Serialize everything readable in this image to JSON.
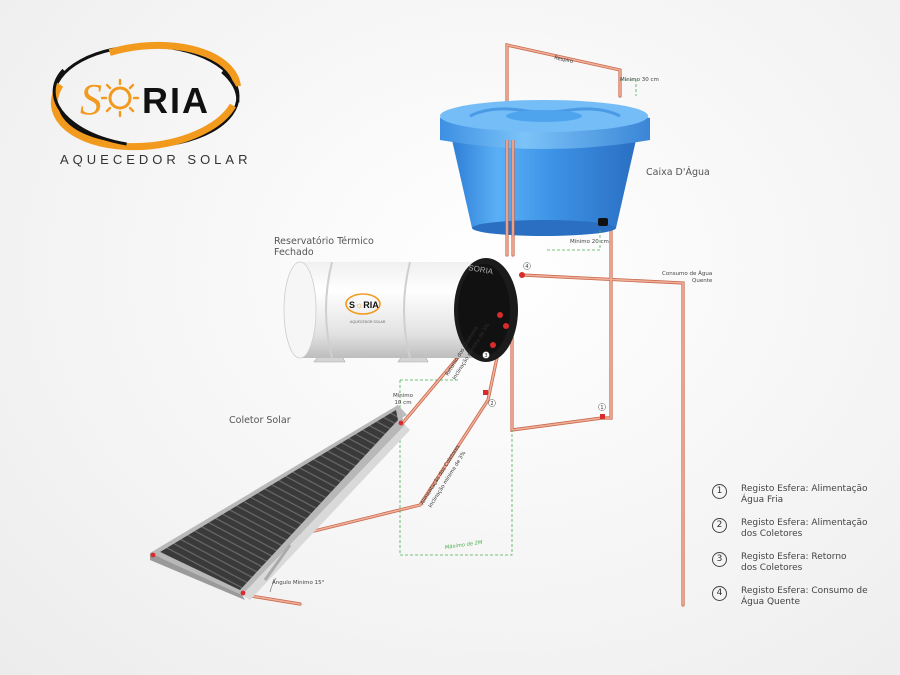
{
  "brand": {
    "name": "SORIA",
    "tagline": "AQUECEDOR SOLAR",
    "colors": {
      "orange": "#F29A1E",
      "black": "#111111"
    }
  },
  "labels": {
    "water_tank": "Caixa D'Água",
    "reservoir_line1": "Reservatório Térmico",
    "reservoir_line2": "Fechado",
    "collector": "Coletor Solar",
    "vent": "Respiro",
    "min_30": "Mínimo 30 cm",
    "min_20": "Mínimo 20 cm",
    "hot_consumption_line1": "Consumo de Água",
    "hot_consumption_line2": "Quente",
    "min_10_line1": "Mínimo",
    "min_10_line2": "10 cm",
    "return_line1": "Retorno dos Coletores",
    "return_line2": "Inclinação mínima de 3%",
    "supply_line1": "Alimentação dos Coletores",
    "supply_line2": "Inclinação mínima de 3%",
    "max_2m": "Máximo de 2M",
    "angle_min": "Ângulo Mínimo 15°",
    "reservoir_brand": "SORIA"
  },
  "markers": [
    "1",
    "2",
    "3",
    "4"
  ],
  "legend": [
    {
      "num": "1",
      "text": "Registo Esfera: Alimentação\nÁgua Fria"
    },
    {
      "num": "2",
      "text": "Registo Esfera: Alimentação\ndos Coletores"
    },
    {
      "num": "3",
      "text": "Registo Esfera: Retorno\ndos Coletores"
    },
    {
      "num": "4",
      "text": "Registo Esfera: Consumo de\nÁgua Quente"
    }
  ],
  "colors": {
    "pipe": "#E8967A",
    "pipe_dark": "#C86A4E",
    "tank_blue": "#3D8FE0",
    "guide_green": "#4CAF50",
    "valve_red": "#D92B2B"
  }
}
